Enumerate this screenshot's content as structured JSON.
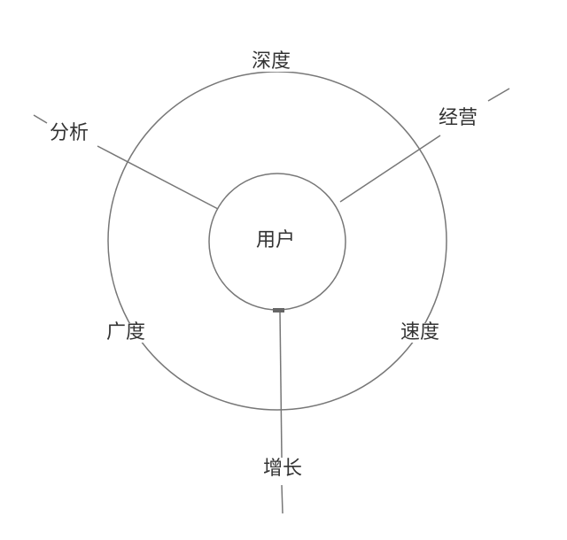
{
  "diagram": {
    "center_label": "用户",
    "outer_labels": {
      "top": "深度",
      "left": "广度",
      "right": "速度"
    },
    "spokes": {
      "upper_left": "分析",
      "upper_right": "经营",
      "bottom": "增长"
    },
    "colors": {
      "line": "#777777",
      "text": "#333333",
      "background": "#ffffff"
    }
  }
}
